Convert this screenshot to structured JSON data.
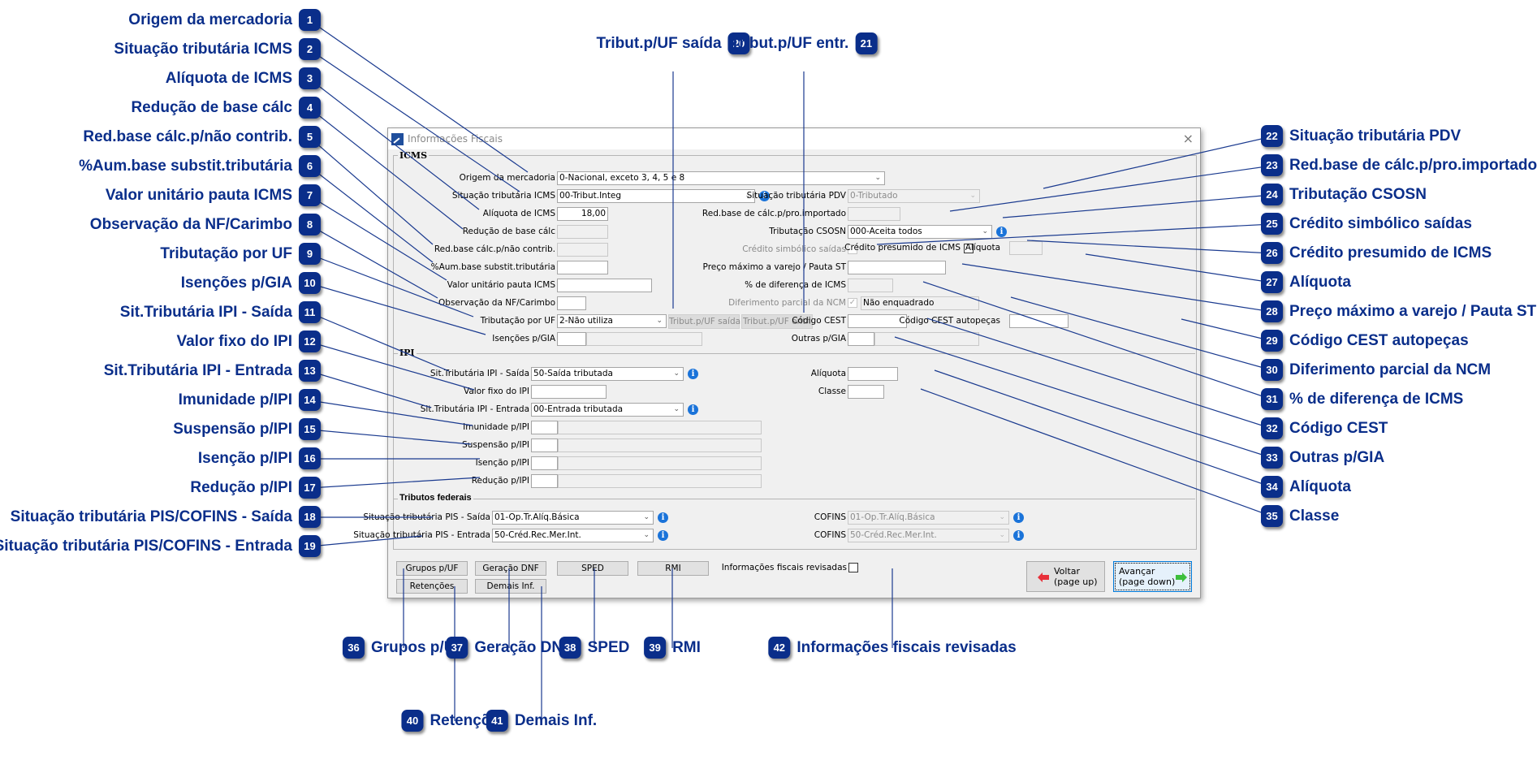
{
  "dialog": {
    "title": "Informações Fiscais",
    "close_label": "×",
    "icms": {
      "group_label": "ICMS",
      "origem_label": "Origem da mercadoria",
      "origem_value": "0-Nacional, exceto 3, 4, 5 e 8",
      "sit_trib_icms_label": "Situação tributária ICMS",
      "sit_trib_icms_value": "00-Tribut.Integ",
      "aliquota_icms_label": "Alíquota de ICMS",
      "aliquota_icms_value": "18,00",
      "reducao_base_label": "Redução de base cálc",
      "reducao_base_value": "",
      "red_base_nao_contrib_label": "Red.base cálc.p/não contrib.",
      "red_base_nao_contrib_value": "",
      "aum_base_st_label": "%Aum.base substit.tributária",
      "aum_base_st_value": "",
      "valor_pauta_label": "Valor unitário pauta ICMS",
      "valor_pauta_value": "",
      "observacao_label": "Observação da NF/Carimbo",
      "observacao_value": "",
      "trib_uf_label": "Tributação por UF",
      "trib_uf_value": "2-Não utiliza",
      "trib_uf_saida_button": "Tribut.p/UF saída",
      "trib_uf_entr_button": "Tribut.p/UF entr.",
      "isencoes_gia_label": "Isenções p/GIA",
      "isencoes_gia_code": "",
      "isencoes_gia_desc": "",
      "sit_trib_pdv_label": "Situação tributária PDV",
      "sit_trib_pdv_value": "0-Tributado",
      "red_base_importado_label": "Red.base de cálc.p/pro.importado",
      "red_base_importado_value": "",
      "trib_csosn_label": "Tributação CSOSN",
      "trib_csosn_value": "000-Aceita todos",
      "credito_simbolico_label": "Crédito simbólico saídas",
      "credito_simbolico_checked": false,
      "credito_presumido_label": "Crédito presumido de ICMS",
      "credito_presumido_checked": false,
      "aliquota_label": "Alíquota",
      "aliquota_value": "",
      "preco_max_label": "Preço máximo a varejo / Pauta ST",
      "preco_max_value": "",
      "dif_icms_label": "% de diferença de ICMS",
      "dif_icms_value": "",
      "diferimento_label": "Diferimento parcial da NCM",
      "diferimento_checked": true,
      "diferimento_value": "Não enquadrado",
      "cest_label": "Código CEST",
      "cest_value": "",
      "cest_autopecas_label": "Código CEST autopeças",
      "cest_autopecas_value": "",
      "outras_gia_label": "Outras p/GIA",
      "outras_gia_code": "",
      "outras_gia_desc": ""
    },
    "ipi": {
      "group_label": "IPI",
      "sit_saida_label": "Sit.Tributária IPI - Saída",
      "sit_saida_value": "50-Saída tributada",
      "valor_fixo_label": "Valor fixo do IPI",
      "valor_fixo_value": "",
      "sit_entrada_label": "Sit.Tributária IPI - Entrada",
      "sit_entrada_value": "00-Entrada tributada",
      "imunidade_label": "Imunidade p/IPI",
      "suspensao_label": "Suspensão p/IPI",
      "isencao_label": "Isenção p/IPI",
      "reducao_label": "Redução p/IPI",
      "aliquota_label": "Alíquota",
      "aliquota_value": "",
      "classe_label": "Classe",
      "classe_value": ""
    },
    "federais": {
      "group_label": "Tributos federais",
      "pis_saida_label": "Situação tributária PIS - Saída",
      "pis_saida_value": "01-Op.Tr.Alíq.Básica",
      "pis_entrada_label": "Situação tributária PIS - Entrada",
      "pis_entrada_value": "50-Créd.Rec.Mer.Int.",
      "cofins_label": "COFINS",
      "cofins_saida_value": "01-Op.Tr.Alíq.Básica",
      "cofins_entrada_value": "50-Créd.Rec.Mer.Int."
    },
    "footer": {
      "grupos_uf": "Grupos p/UF",
      "retencoes": "Retenções",
      "geracao_dnf": "Geração DNF",
      "demais_inf": "Demais Inf.",
      "sped": "SPED",
      "rmi": "RMI",
      "revisadas_label": "Informações fiscais revisadas",
      "revisadas_checked": false,
      "voltar_line1": "Voltar",
      "voltar_line2": "(page up)",
      "avancar_line1": "Avançar",
      "avancar_line2": "(page down)"
    }
  },
  "callouts": [
    {
      "n": "1",
      "text": "Origem da mercadoria"
    },
    {
      "n": "2",
      "text": "Situação tributária ICMS"
    },
    {
      "n": "3",
      "text": "Alíquota de ICMS"
    },
    {
      "n": "4",
      "text": "Redução de base cálc"
    },
    {
      "n": "5",
      "text": "Red.base cálc.p/não contrib."
    },
    {
      "n": "6",
      "text": "%Aum.base substit.tributária"
    },
    {
      "n": "7",
      "text": "Valor unitário pauta ICMS"
    },
    {
      "n": "8",
      "text": "Observação da NF/Carimbo"
    },
    {
      "n": "9",
      "text": "Tributação por UF"
    },
    {
      "n": "10",
      "text": "Isenções p/GIA"
    },
    {
      "n": "11",
      "text": "Sit.Tributária IPI - Saída"
    },
    {
      "n": "12",
      "text": "Valor fixo do IPI"
    },
    {
      "n": "13",
      "text": "Sit.Tributária IPI - Entrada"
    },
    {
      "n": "14",
      "text": "Imunidade p/IPI"
    },
    {
      "n": "15",
      "text": "Suspensão p/IPI"
    },
    {
      "n": "16",
      "text": "Isenção p/IPI"
    },
    {
      "n": "17",
      "text": "Redução p/IPI"
    },
    {
      "n": "18",
      "text": "Situação tributária PIS/COFINS - Saída"
    },
    {
      "n": "19",
      "text": "Situação tributária PIS/COFINS - Entrada"
    },
    {
      "n": "20",
      "text": "Tribut.p/UF saída"
    },
    {
      "n": "21",
      "text": "Tribut.p/UF entr."
    },
    {
      "n": "22",
      "text": "Situação tributária PDV"
    },
    {
      "n": "23",
      "text": "Red.base de cálc.p/pro.importado"
    },
    {
      "n": "24",
      "text": "Tributação CSOSN"
    },
    {
      "n": "25",
      "text": "Crédito simbólico saídas"
    },
    {
      "n": "26",
      "text": "Crédito presumido de ICMS"
    },
    {
      "n": "27",
      "text": "Alíquota"
    },
    {
      "n": "28",
      "text": "Preço máximo a varejo / Pauta ST"
    },
    {
      "n": "29",
      "text": "Código CEST autopeças"
    },
    {
      "n": "30",
      "text": "Diferimento parcial da NCM"
    },
    {
      "n": "31",
      "text": "% de diferença de ICMS"
    },
    {
      "n": "32",
      "text": "Código CEST"
    },
    {
      "n": "33",
      "text": "Outras p/GIA"
    },
    {
      "n": "34",
      "text": "Alíquota"
    },
    {
      "n": "35",
      "text": "Classe"
    },
    {
      "n": "36",
      "text": "Grupos p/UF"
    },
    {
      "n": "37",
      "text": "Geração DNF"
    },
    {
      "n": "38",
      "text": "SPED"
    },
    {
      "n": "39",
      "text": "RMI"
    },
    {
      "n": "40",
      "text": "Retenções"
    },
    {
      "n": "41",
      "text": "Demais Inf."
    },
    {
      "n": "42",
      "text": "Informações fiscais revisadas"
    }
  ],
  "colors": {
    "callout": "#0a2e8a",
    "leader_line": "#1a3a8f",
    "info_icon": "#1a73d9"
  }
}
